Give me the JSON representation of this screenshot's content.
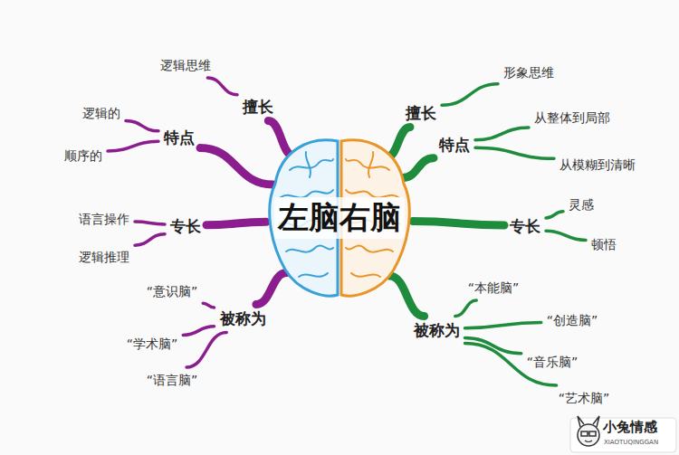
{
  "diagram": {
    "nodes": [
      {
        "text": [
          "左脑右脑"
        ]
      },
      {
        "text": [
          "擅长"
        ]
      },
      {
        "text": [
          "逻辑思维"
        ]
      },
      {
        "text": [
          "特点"
        ]
      },
      {
        "text": [
          "逻辑的"
        ]
      },
      {
        "text": [
          "顺序的"
        ]
      },
      {
        "text": [
          "专长"
        ]
      },
      {
        "text": [
          "语言操作"
        ]
      },
      {
        "text": [
          "逻辑推理"
        ]
      },
      {
        "text": [
          "被称为"
        ]
      },
      {
        "text": [
          "“意识脑”"
        ]
      },
      {
        "text": [
          "“学术脑”"
        ]
      },
      {
        "text": [
          "“语言脑”"
        ]
      },
      {
        "text": [
          "擅长"
        ]
      },
      {
        "text": [
          "形象思维"
        ]
      },
      {
        "text": [
          "特点"
        ]
      },
      {
        "text": [
          "从整体到局部"
        ]
      },
      {
        "text": [
          "从模糊到清晰"
        ]
      },
      {
        "text": [
          "专长"
        ]
      },
      {
        "text": [
          "灵感"
        ]
      },
      {
        "text": [
          "顿悟"
        ]
      },
      {
        "text": [
          "被称为"
        ]
      },
      {
        "text": [
          "“本能脑”"
        ]
      },
      {
        "text": [
          "“创造脑”"
        ]
      },
      {
        "text": [
          "“音乐脑”"
        ]
      },
      {
        "text": [
          "“艺术脑”"
        ]
      }
    ],
    "edges": [
      {
        "from": 0,
        "to": 1,
        "arrow": "none"
      },
      {
        "from": 1,
        "to": 2,
        "arrow": "none"
      },
      {
        "from": 0,
        "to": 3,
        "arrow": "none"
      },
      {
        "from": 3,
        "to": 4,
        "arrow": "none"
      },
      {
        "from": 3,
        "to": 5,
        "arrow": "none"
      },
      {
        "from": 0,
        "to": 6,
        "arrow": "none"
      },
      {
        "from": 6,
        "to": 7,
        "arrow": "none"
      },
      {
        "from": 6,
        "to": 8,
        "arrow": "none"
      },
      {
        "from": 0,
        "to": 9,
        "arrow": "none"
      },
      {
        "from": 9,
        "to": 10,
        "arrow": "none"
      },
      {
        "from": 9,
        "to": 11,
        "arrow": "none"
      },
      {
        "from": 9,
        "to": 12,
        "arrow": "none"
      },
      {
        "from": 0,
        "to": 13,
        "arrow": "none"
      },
      {
        "from": 13,
        "to": 14,
        "arrow": "none"
      },
      {
        "from": 0,
        "to": 15,
        "arrow": "none"
      },
      {
        "from": 15,
        "to": 16,
        "arrow": "none"
      },
      {
        "from": 15,
        "to": 17,
        "arrow": "none"
      },
      {
        "from": 0,
        "to": 18,
        "arrow": "none"
      },
      {
        "from": 18,
        "to": 19,
        "arrow": "none"
      },
      {
        "from": 18,
        "to": 20,
        "arrow": "none"
      },
      {
        "from": 0,
        "to": 21,
        "arrow": "none"
      },
      {
        "from": 21,
        "to": 22,
        "arrow": "none"
      },
      {
        "from": 21,
        "to": 23,
        "arrow": "none"
      },
      {
        "from": 21,
        "to": 24,
        "arrow": "none"
      },
      {
        "from": 21,
        "to": 25,
        "arrow": "none"
      }
    ],
    "labels": [
      "小兔情感",
      "XIAOTUQINGGAN"
    ]
  }
}
